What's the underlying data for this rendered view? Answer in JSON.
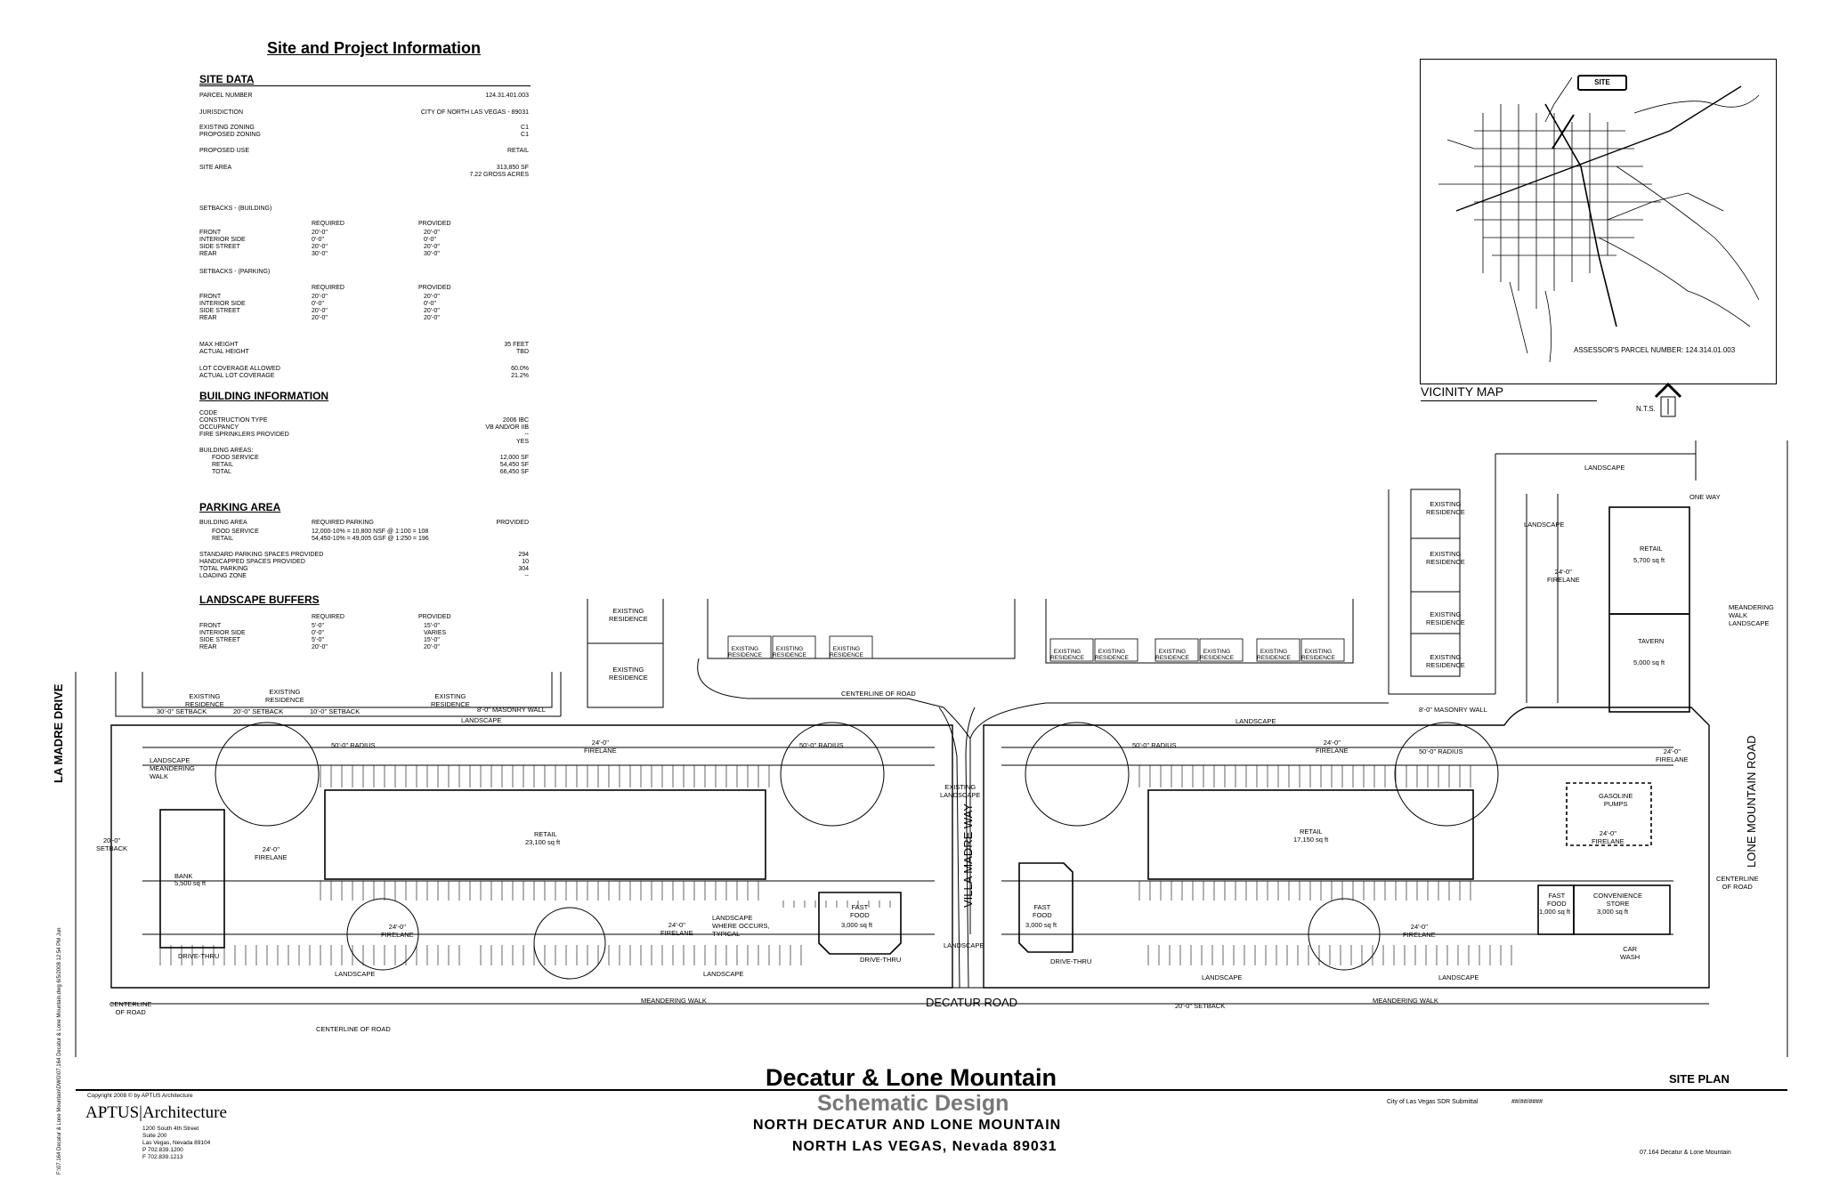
{
  "info": {
    "title": "Site and Project Information",
    "site_data": {
      "heading": "SITE DATA",
      "rows": [
        {
          "k": "PARCEL NUMBER",
          "v": "124.31.401.003"
        },
        {
          "k": "JURISDICTION",
          "v": "CITY OF NORTH LAS VEGAS - 89031"
        },
        {
          "k": "EXISTING ZONING",
          "v": "C1"
        },
        {
          "k": "PROPOSED ZONING",
          "v": "C1"
        },
        {
          "k": "PROPOSED USE",
          "v": "RETAIL"
        },
        {
          "k": "SITE AREA",
          "v": "313,850 SF"
        },
        {
          "k": "",
          "v": "7.22 GROSS ACRES"
        }
      ]
    },
    "setbacks_building": {
      "heading": "SETBACKS - (BUILDING)",
      "cols": [
        "REQUIRED",
        "PROVIDED"
      ],
      "rows": [
        {
          "k": "FRONT",
          "r": "20'-0\"",
          "p": "20'-0\""
        },
        {
          "k": "INTERIOR SIDE",
          "r": "0'-0\"",
          "p": "0'-0\""
        },
        {
          "k": "SIDE STREET",
          "r": "20'-0\"",
          "p": "20'-0\""
        },
        {
          "k": "REAR",
          "r": "30'-0\"",
          "p": "30'-0\""
        }
      ]
    },
    "setbacks_parking": {
      "heading": "SETBACKS - (PARKING)",
      "cols": [
        "REQUIRED",
        "PROVIDED"
      ],
      "rows": [
        {
          "k": "FRONT",
          "r": "20'-0\"",
          "p": "20'-0\""
        },
        {
          "k": "INTERIOR SIDE",
          "r": "0'-0\"",
          "p": "0'-0\""
        },
        {
          "k": "SIDE STREET",
          "r": "20'-0\"",
          "p": "20'-0\""
        },
        {
          "k": "REAR",
          "r": "20'-0\"",
          "p": "20'-0\""
        }
      ]
    },
    "heights": [
      {
        "k": "MAX HEIGHT",
        "v": "35 FEET"
      },
      {
        "k": "ACTUAL HEIGHT",
        "v": "TBD"
      },
      {
        "k": "LOT COVERAGE ALLOWED",
        "v": "60.0%"
      },
      {
        "k": "ACTUAL LOT COVERAGE",
        "v": "21.2%"
      }
    ],
    "building": {
      "heading": "BUILDING INFORMATION",
      "rows": [
        {
          "k": "CODE",
          "v": ""
        },
        {
          "k": "CONSTRUCTION TYPE",
          "v": "2006 IBC"
        },
        {
          "k": "OCCUPANCY",
          "v": "VB AND/OR IIB"
        },
        {
          "k": "FIRE SPRINKLERS PROVIDED",
          "v": "--"
        },
        {
          "k": "",
          "v": "YES"
        },
        {
          "k": "BUILDING AREAS:",
          "v": ""
        },
        {
          "k": "    FOOD SERVICE",
          "v": "12,000 SF"
        },
        {
          "k": "    RETAIL",
          "v": "54,450 SF"
        },
        {
          "k": "    TOTAL",
          "v": "66,450 SF"
        }
      ]
    },
    "parking": {
      "heading": "PARKING AREA",
      "header": {
        "a": "BUILDING AREA",
        "b": "REQUIRED PARKING",
        "c": "PROVIDED"
      },
      "rows": [
        {
          "k": "    FOOD SERVICE",
          "b": "12,000-10% = 10,800 NSF @ 1:100 = 108",
          "v": ""
        },
        {
          "k": "    RETAIL",
          "b": "54,450-10% = 49,005 GSF @ 1:250 = 196",
          "v": ""
        },
        {
          "k": "STANDARD PARKING SPACES PROVIDED",
          "b": "",
          "v": "294"
        },
        {
          "k": "HANDICAPPED SPACES PROVIDED",
          "b": "",
          "v": "10"
        },
        {
          "k": "TOTAL PARKING",
          "b": "",
          "v": "304"
        },
        {
          "k": "LOADING ZONE",
          "b": "",
          "v": "--"
        }
      ]
    },
    "landscape": {
      "heading": "LANDSCAPE BUFFERS",
      "cols": [
        "REQUIRED",
        "PROVIDED"
      ],
      "rows": [
        {
          "k": "FRONT",
          "r": "5'-0\"",
          "p": "15'-0\""
        },
        {
          "k": "INTERIOR SIDE",
          "r": "0'-0\"",
          "p": "VARIES"
        },
        {
          "k": "SIDE STREET",
          "r": "5'-0\"",
          "p": "15'-0\""
        },
        {
          "k": "REAR",
          "r": "20'-0\"",
          "p": "20'-0\""
        }
      ]
    }
  },
  "vicinity": {
    "site_tag": "SITE",
    "parcel": "ASSESSOR'S PARCEL NUMBER:  124.314.01.003",
    "title": "VICINITY MAP",
    "nts": "N.T.S."
  },
  "plan": {
    "streets": {
      "la_madre": "LA MADRE DRIVE",
      "villa_madre": "VILLA MADRE WAY",
      "lone_mountain": "LONE MOUNTAIN ROAD",
      "decatur": "DECATUR ROAD"
    },
    "buildings": {
      "bank_name": "BANK",
      "bank_area": "5,500 sq ft",
      "retail1_name": "RETAIL",
      "retail1_area": "23,100 sq ft",
      "ff1_name": "FAST\nFOOD",
      "ff1_area": "3,000 sq ft",
      "ff2_name": "FAST\nFOOD",
      "ff2_area": "3,000 sq ft",
      "retail2_name": "RETAIL",
      "retail2_area": "17,150 sq ft",
      "retail3_name": "RETAIL",
      "retail3_area": "5,700 sq ft",
      "tavern_name": "TAVERN",
      "tavern_area": "5,000 sq ft",
      "ff3_name": "FAST\nFOOD",
      "ff3_area": "1,000 sq ft",
      "cs_name": "CONVENIENCE\nSTORE",
      "cs_area": "3,000 sq ft",
      "gas": "GASOLINE\nPUMPS",
      "carwash": "CAR\nWASH"
    },
    "existing_residence": "EXISTING\nRESIDENCE",
    "labels": {
      "landscape": "LANDSCAPE",
      "firelane": "24'-0\"\nFIRELANE",
      "masonry": "8'-0\" MASONRY WALL",
      "radius": "50'-0\" RADIUS",
      "centerline": "CENTERLINE OF ROAD",
      "centerline_two": "CENTERLINE\nOF ROAD",
      "meandering": "MEANDERING WALK",
      "landscape_meander": "LANDSCAPE\nMEANDERING\nWALK",
      "drive_thru": "DRIVE-THRU",
      "setback_30": "30'-0\" SETBACK",
      "setback_20": "20'-0\" SETBACK",
      "setback_10": "10'-0\" SETBACK",
      "setback_20b": "20'-0\"\nSETBACK",
      "one_way": "ONE WAY",
      "where_occurs": "LANDSCAPE\nWHERE OCCURS,\nTYPICAL",
      "existing_landscape": "EXISTING\nLANDSCAPE",
      "meandering_walk_landscape": "MEANDERING\nWALK\nLANDSCAPE"
    }
  },
  "titleblock": {
    "copyright": "Copyright 2008 © by APTUS Architecture",
    "firm": "APTUS|Architecture",
    "address": [
      "1200 South 4th Street",
      "Suite 200",
      "Las Vegas, Nevada 89104",
      "P 702.839.1200",
      "F 702.839.1213"
    ],
    "project": "Decatur & Lone Mountain",
    "phase": "Schematic Design",
    "line1": "NORTH DECATUR AND LONE MOUNTAIN",
    "line2": "NORTH LAS VEGAS, Nevada 89031",
    "submittal": "City of Las Vegas SDR Submittal",
    "date": "##/##/####",
    "sheet": "SITE PLAN",
    "job": "07.164   Decatur & Lone Mountain",
    "filepath": "F:\\07.164 Decatur & Lone Mountain\\DWG\\07.164 Decatur & Lone Mountain.dwg 6/5/2008 12:54 PM Jun"
  }
}
